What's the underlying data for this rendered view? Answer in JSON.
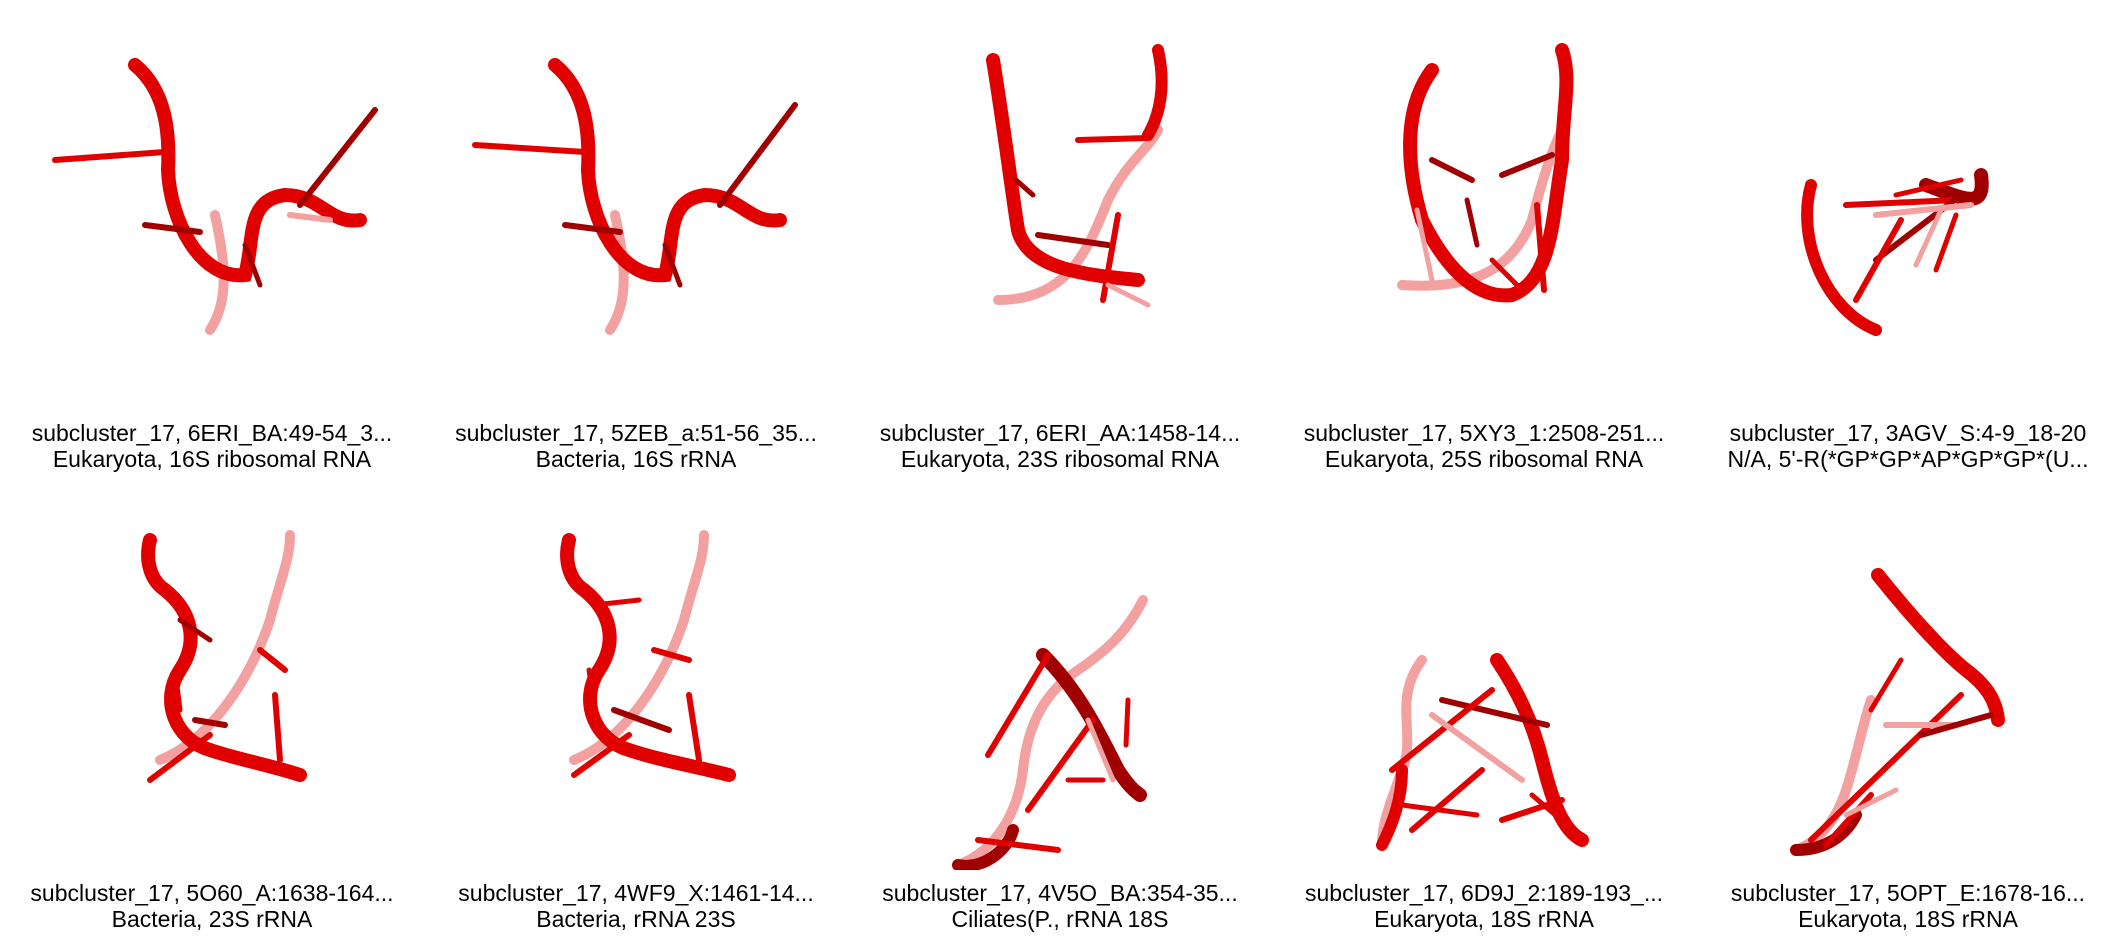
{
  "colors": {
    "strand": "#e00000",
    "strand_dark": "#a00000",
    "strand_light": "#f2a0a0",
    "background": "#ffffff",
    "text": "#000000"
  },
  "panels": [
    {
      "line1": "subcluster_17, 6ERI_BA:49-54_3...",
      "line2": "Eukaryota, 16S ribosomal RNA"
    },
    {
      "line1": "subcluster_17, 5ZEB_a:51-56_35...",
      "line2": "Bacteria, 16S rRNA"
    },
    {
      "line1": "subcluster_17, 6ERI_AA:1458-14...",
      "line2": "Eukaryota, 23S ribosomal RNA"
    },
    {
      "line1": "subcluster_17, 5XY3_1:2508-251...",
      "line2": "Eukaryota, 25S ribosomal RNA"
    },
    {
      "line1": "subcluster_17, 3AGV_S:4-9_18-20",
      "line2": "N/A, 5'-R(*GP*GP*AP*GP*GP*(U..."
    },
    {
      "line1": "subcluster_17, 5O60_A:1638-164...",
      "line2": "Bacteria, 23S rRNA"
    },
    {
      "line1": "subcluster_17, 4WF9_X:1461-14...",
      "line2": "Bacteria, rRNA 23S"
    },
    {
      "line1": "subcluster_17, 4V5O_BA:354-35...",
      "line2": "Ciliates(P., rRNA 18S"
    },
    {
      "line1": "subcluster_17, 6D9J_2:189-193_...",
      "line2": "Eukaryota, 18S rRNA"
    },
    {
      "line1": "subcluster_17, 5OPT_E:1678-16...",
      "line2": "Eukaryota, 18S rRNA"
    }
  ]
}
